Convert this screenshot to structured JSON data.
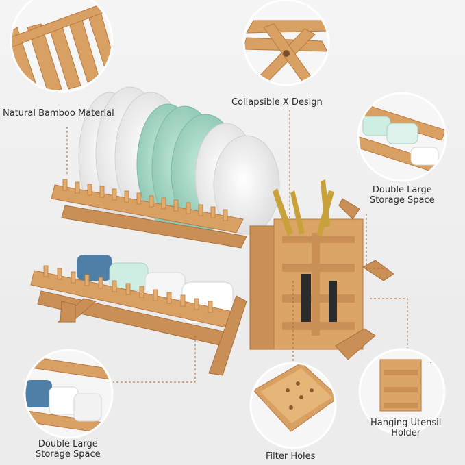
{
  "features": [
    {
      "id": "natural-bamboo",
      "lines": [
        "Natural Bamboo Material"
      ]
    },
    {
      "id": "collapsible",
      "lines": [
        "Collapsible X Design"
      ]
    },
    {
      "id": "double-storage-right",
      "lines": [
        "Double Large",
        "Storage Space"
      ]
    },
    {
      "id": "double-storage-left",
      "lines": [
        "Double Large",
        "Storage Space"
      ]
    },
    {
      "id": "filter-holes",
      "lines": [
        "Filter Holes"
      ]
    },
    {
      "id": "hanging-holder",
      "lines": [
        "Hanging Utensil",
        "Holder"
      ]
    }
  ],
  "colors": {
    "bamboo": "#d9a063",
    "bamboo_dark": "#b9783f",
    "bamboo_light": "#ebc08a",
    "plate_white": "#f3f3f3",
    "plate_mint": "#a9d8c8",
    "cup_blue": "#4f7fa6",
    "cup_mint": "#cfeee3",
    "gold": "#c9a13b",
    "leader": "#a0683a"
  }
}
